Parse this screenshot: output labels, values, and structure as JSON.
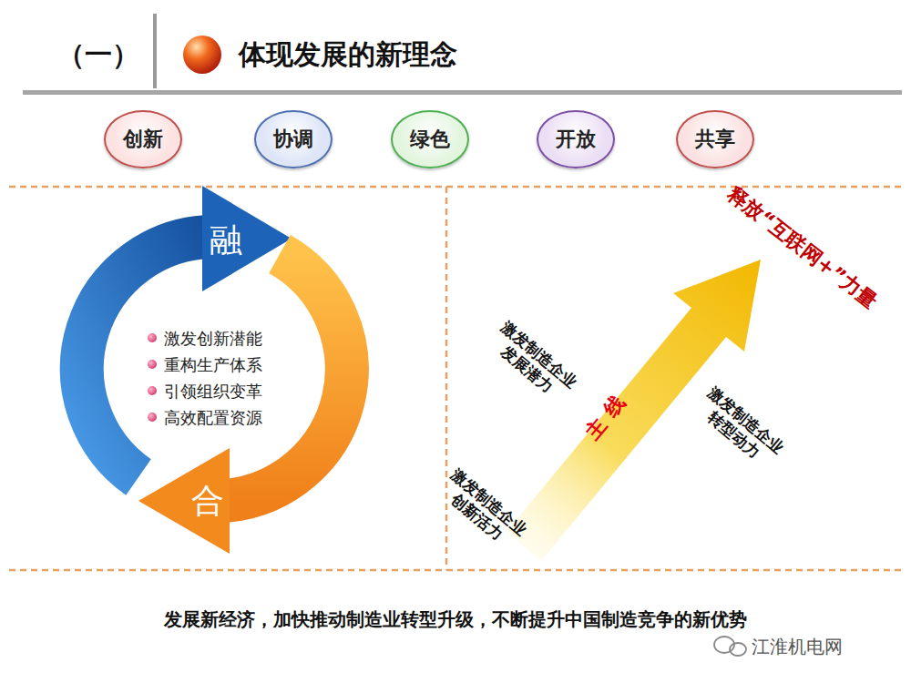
{
  "diagram": {
    "title": "体现发展的新理念",
    "caption": "发展新经济，加快推动制造业转型升级，不断提升中国制造竞争的新优势",
    "nodes": [
      {
        "text": [
          "创新"
        ]
      },
      {
        "text": [
          "协调"
        ]
      },
      {
        "text": [
          "绿色"
        ]
      },
      {
        "text": [
          "开放"
        ]
      },
      {
        "text": [
          "共享"
        ]
      },
      {
        "text": [
          "融"
        ]
      },
      {
        "text": [
          "合"
        ]
      },
      {
        "text": [
          "主线"
        ]
      }
    ],
    "labels": [
      "（一）",
      "激发创新潜能",
      "重构生产体系",
      "引领组织变革",
      "高效配置资源",
      "释放“互联网+”力量",
      "激发制造企业发展潜力",
      "激发制造企业转型动力",
      "激发制造企业创新活力",
      "江淮机电网"
    ]
  }
}
